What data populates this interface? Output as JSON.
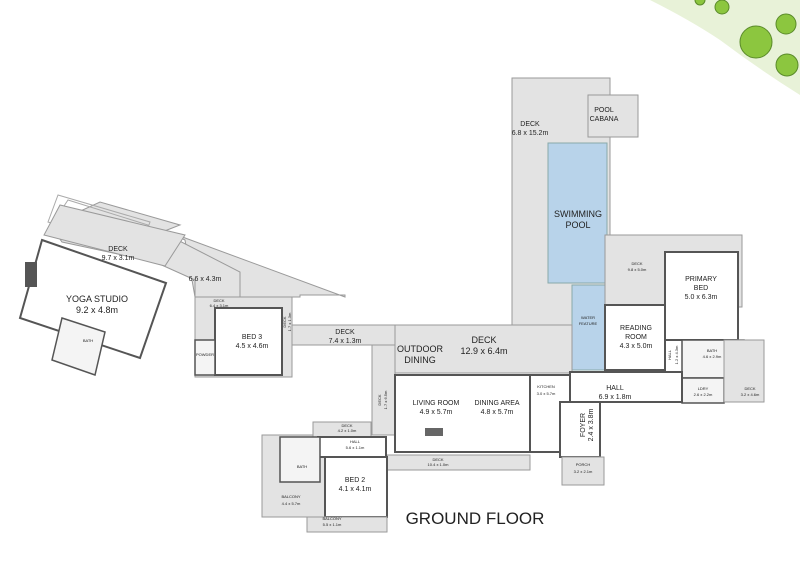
{
  "title": "GROUND FLOOR",
  "colors": {
    "pool": "#b8d3ea",
    "deck": "#e3e3e3",
    "trees": "#8cc63f",
    "garden": "#e8f2d8"
  },
  "rooms": {
    "deck_pool": {
      "name": "DECK",
      "size": "6.8 x 15.2m"
    },
    "pool_cabana": {
      "name": "POOL",
      "name2": "CABANA"
    },
    "swimming_pool": {
      "name": "SWIMMING",
      "name2": "POOL"
    },
    "deck_primary": {
      "name": "DECK",
      "size": "9.8 x 5.0m"
    },
    "primary_bed": {
      "name": "PRIMARY",
      "name2": "BED",
      "size": "5.0 x 6.3m"
    },
    "water_feature": {
      "name": "WATER",
      "name2": "FEATURE"
    },
    "reading_room": {
      "name": "READING",
      "name2": "ROOM",
      "size": "4.3 x 5.0m"
    },
    "hall_small": {
      "name": "HALL",
      "size": "1.2 x 4.3m"
    },
    "bath_primary": {
      "name": "BATH",
      "size": "4.6 x 2.9m"
    },
    "laundry": {
      "name": "LDRY",
      "size": "2.6 x 2.2m"
    },
    "deck_ldry": {
      "name": "DECK",
      "size": "3.2 x 4.6m"
    },
    "hall_main": {
      "name": "HALL",
      "size": "6.9 x 1.8m"
    },
    "foyer": {
      "name": "FOYER",
      "size": "2.4 x 3.8m"
    },
    "porch": {
      "name": "PORCH",
      "size": "3.2 x 2.1m"
    },
    "kitchen": {
      "name": "KITCHEN",
      "size": "3.0 x 5.7m"
    },
    "dining": {
      "name": "DINING AREA",
      "size": "4.8 x 5.7m"
    },
    "living": {
      "name": "LIVING ROOM",
      "size": "4.9 x 5.7m"
    },
    "deck_main": {
      "name": "DECK",
      "size": "12.9 x 6.4m"
    },
    "outdoor_dining": {
      "name": "OUTDOOR",
      "name2": "DINING"
    },
    "deck_link": {
      "name": "DECK",
      "size": "7.4 x 1.3m"
    },
    "deck_side": {
      "name": "DECK",
      "size": "1.7 x 6.5m"
    },
    "deck_front": {
      "name": "DECK",
      "size": "10.4 x 1.0m"
    },
    "deck_bed2": {
      "name": "DECK",
      "size": "4.2 x 1.0m"
    },
    "hall_bed2": {
      "name": "HALL",
      "size": "5.6 x 1.1m"
    },
    "bath_bed2": {
      "name": "BATH"
    },
    "bed2": {
      "name": "BED 2",
      "size": "4.1 x 4.1m"
    },
    "balcony_a": {
      "name": "BALCONY",
      "size": "4.4 x 5.7m"
    },
    "balcony_b": {
      "name": "BALCONY",
      "size": "5.5 x 1.1m"
    },
    "bed3": {
      "name": "BED 3",
      "size": "4.5 x 4.6m"
    },
    "deck_bed3": {
      "name": "DECK",
      "size": "6.4 x 3.1m"
    },
    "deck_bed3_side": {
      "name": "DECK",
      "size": "1.7 x 1.3m"
    },
    "powder": {
      "name": "POWDER"
    },
    "deck_yoga_ext": {
      "size": "6.6 x 4.3m"
    },
    "deck_yoga": {
      "name": "DECK",
      "size": "9.7 x 3.1m"
    },
    "yoga": {
      "name": "YOGA STUDIO",
      "size": "9.2 x 4.8m"
    },
    "bath_yoga": {
      "name": "BATH"
    }
  }
}
